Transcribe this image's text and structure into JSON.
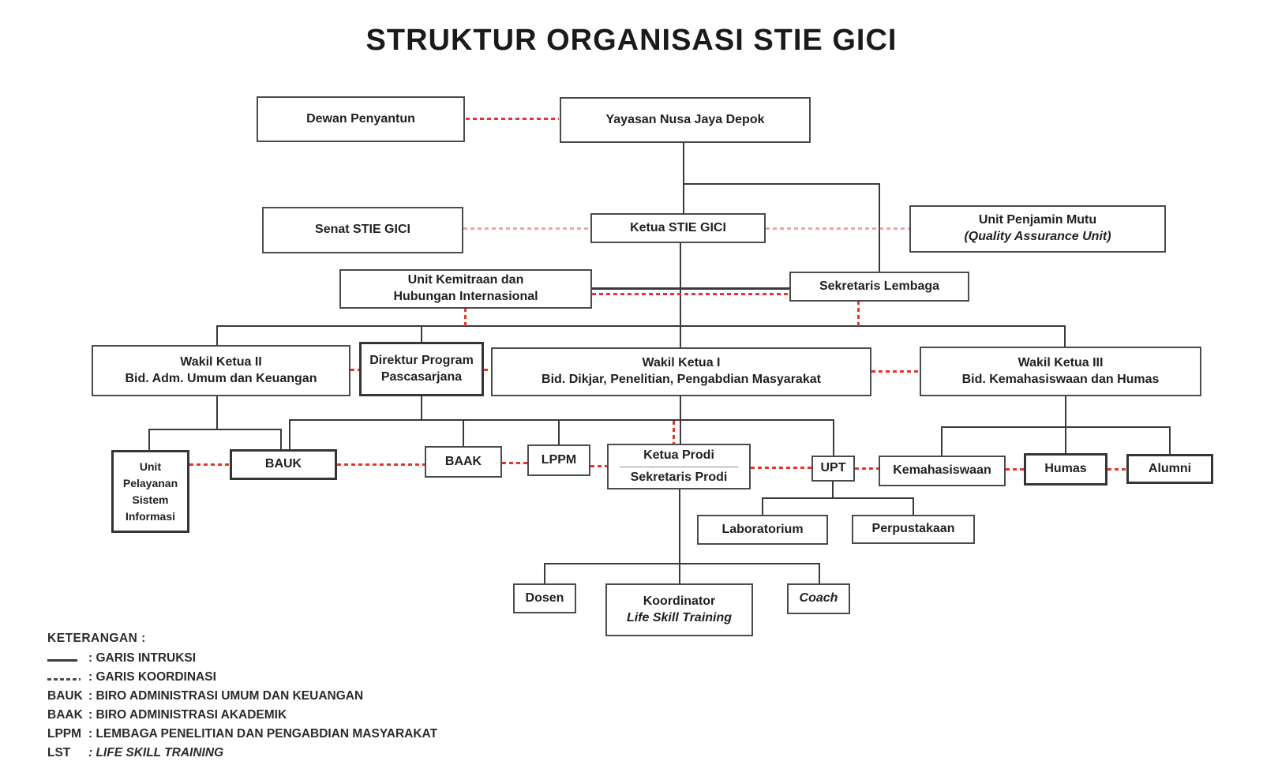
{
  "title": "STRUKTUR ORGANISASI STIE GICI",
  "nodes": {
    "dewan_penyantun": {
      "lines": [
        "Dewan Penyantun"
      ]
    },
    "yayasan": {
      "lines": [
        "Yayasan Nusa Jaya Depok"
      ]
    },
    "senat": {
      "lines": [
        "Senat STIE GICI"
      ]
    },
    "ketua": {
      "lines": [
        "Ketua STIE GICI"
      ]
    },
    "unit_penjamin_mutu": {
      "lines": [
        "Unit Penjamin Mutu",
        "(Quality Assurance Unit)"
      ]
    },
    "unit_kemitraan": {
      "lines": [
        "Unit Kemitraan dan",
        "Hubungan Internasional"
      ]
    },
    "sekretaris_lembaga": {
      "lines": [
        "Sekretaris Lembaga"
      ]
    },
    "wakil_ketua_2": {
      "lines": [
        "Wakil Ketua II",
        "Bid. Adm. Umum dan Keuangan"
      ]
    },
    "direktur_pascasarjana": {
      "lines": [
        "Direktur Program",
        "Pascasarjana"
      ]
    },
    "wakil_ketua_1": {
      "lines": [
        "Wakil Ketua I",
        "Bid. Dikjar, Penelitian, Pengabdian Masyarakat"
      ]
    },
    "wakil_ketua_3": {
      "lines": [
        "Wakil Ketua III",
        "Bid. Kemahasiswaan dan Humas"
      ]
    },
    "unit_pelayanan": {
      "lines": [
        "Unit",
        "Pelayanan",
        "Sistem",
        "Informasi"
      ]
    },
    "bauk": {
      "lines": [
        "BAUK"
      ]
    },
    "baak": {
      "lines": [
        "BAAK"
      ]
    },
    "lppm": {
      "lines": [
        "LPPM"
      ]
    },
    "ketua_prodi": {
      "lines": [
        "Ketua Prodi",
        "Sekretaris Prodi"
      ]
    },
    "upt": {
      "lines": [
        "UPT"
      ]
    },
    "kemahasiswaan": {
      "lines": [
        "Kemahasiswaan"
      ]
    },
    "humas": {
      "lines": [
        "Humas"
      ]
    },
    "alumni": {
      "lines": [
        "Alumni"
      ]
    },
    "laboratorium": {
      "lines": [
        "Laboratorium"
      ]
    },
    "perpustakaan": {
      "lines": [
        "Perpustakaan"
      ]
    },
    "dosen": {
      "lines": [
        "Dosen"
      ]
    },
    "koordinator_lst": {
      "lines": [
        "Koordinator",
        "Life Skill Training"
      ]
    },
    "coach": {
      "lines": [
        "Coach"
      ]
    }
  },
  "edges": {
    "instruction": [
      [
        "yayasan",
        "ketua"
      ],
      [
        "yayasan",
        "sekretaris_lembaga"
      ],
      [
        "ketua",
        "wakil_ketua_2"
      ],
      [
        "ketua",
        "direktur_pascasarjana"
      ],
      [
        "ketua",
        "wakil_ketua_1"
      ],
      [
        "ketua",
        "wakil_ketua_3"
      ],
      [
        "unit_kemitraan",
        "sekretaris_lembaga"
      ],
      [
        "wakil_ketua_2",
        "unit_pelayanan"
      ],
      [
        "wakil_ketua_2",
        "bauk"
      ],
      [
        "direktur_pascasarjana",
        "bauk"
      ],
      [
        "direktur_pascasarjana",
        "baak"
      ],
      [
        "direktur_pascasarjana",
        "lppm"
      ],
      [
        "direktur_pascasarjana",
        "upt"
      ],
      [
        "wakil_ketua_1",
        "ketua_prodi"
      ],
      [
        "wakil_ketua_3",
        "kemahasiswaan"
      ],
      [
        "wakil_ketua_3",
        "humas"
      ],
      [
        "wakil_ketua_3",
        "alumni"
      ],
      [
        "upt",
        "laboratorium"
      ],
      [
        "upt",
        "perpustakaan"
      ],
      [
        "ketua_prodi",
        "dosen"
      ],
      [
        "ketua_prodi",
        "koordinator_lst"
      ],
      [
        "ketua_prodi",
        "coach"
      ]
    ],
    "coordination": [
      [
        "dewan_penyantun",
        "yayasan"
      ],
      [
        "senat",
        "ketua"
      ],
      [
        "ketua",
        "unit_penjamin_mutu"
      ],
      [
        "unit_kemitraan",
        "sekretaris_lembaga"
      ],
      [
        "wakil_ketua_2",
        "direktur_pascasarjana"
      ],
      [
        "direktur_pascasarjana",
        "wakil_ketua_1"
      ],
      [
        "wakil_ketua_1",
        "wakil_ketua_3"
      ],
      [
        "unit_pelayanan",
        "bauk"
      ],
      [
        "bauk",
        "baak"
      ],
      [
        "baak",
        "lppm"
      ],
      [
        "lppm",
        "ketua_prodi"
      ],
      [
        "ketua_prodi",
        "upt"
      ],
      [
        "upt",
        "kemahasiswaan"
      ],
      [
        "kemahasiswaan",
        "humas"
      ],
      [
        "humas",
        "alumni"
      ],
      [
        "sekretaris_lembaga",
        "ketua_prodi"
      ]
    ]
  },
  "legend": {
    "heading": "KETERANGAN :",
    "items": [
      {
        "swatch": "solid",
        "text": ": GARIS INTRUKSI"
      },
      {
        "swatch": "dashed",
        "text": ": GARIS KOORDINASI"
      },
      {
        "term": "BAUK",
        "text": ": BIRO ADMINISTRASI UMUM DAN KEUANGAN"
      },
      {
        "term": "BAAK",
        "text": ": BIRO ADMINISTRASI AKADEMIK"
      },
      {
        "term": "LPPM",
        "text": ": LEMBAGA PENELITIAN DAN PENGABDIAN MASYARAKAT"
      },
      {
        "term": "LST",
        "text": ": LIFE SKILL TRAINING"
      }
    ]
  },
  "colors": {
    "instruction_line": "#3a3a3c",
    "coordination_line": "#e8332a",
    "box_border": "#4b4b4d",
    "text": "#231f20",
    "background": "#ffffff"
  }
}
